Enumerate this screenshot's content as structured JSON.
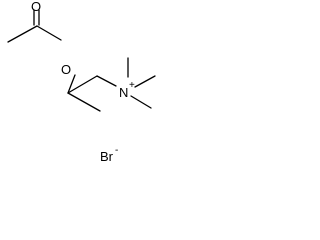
{
  "molecule": {
    "atoms": {
      "carbonyl_oxygen": "O",
      "ester_oxygen": "O",
      "nitrogen": "N",
      "nitrogen_charge": "+",
      "bromide": "Br",
      "bromide_charge": "-"
    }
  }
}
